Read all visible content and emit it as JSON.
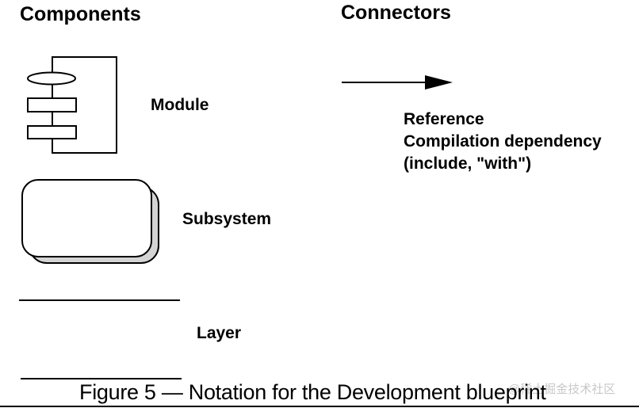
{
  "headings": {
    "components": "Components",
    "connectors": "Connectors"
  },
  "components": {
    "module_label": "Module",
    "subsystem_label": "Subsystem",
    "layer_label": "Layer"
  },
  "connectors": {
    "lines": [
      "Reference",
      "Compilation dependency",
      "(include, \"with\")"
    ]
  },
  "caption": "Figure 5 — Notation for the Development blueprint",
  "watermark": "@稀土掘金技术社区",
  "colors": {
    "ink": "#000000",
    "shadow_fill": "#d4d4d4",
    "background": "#ffffff"
  }
}
